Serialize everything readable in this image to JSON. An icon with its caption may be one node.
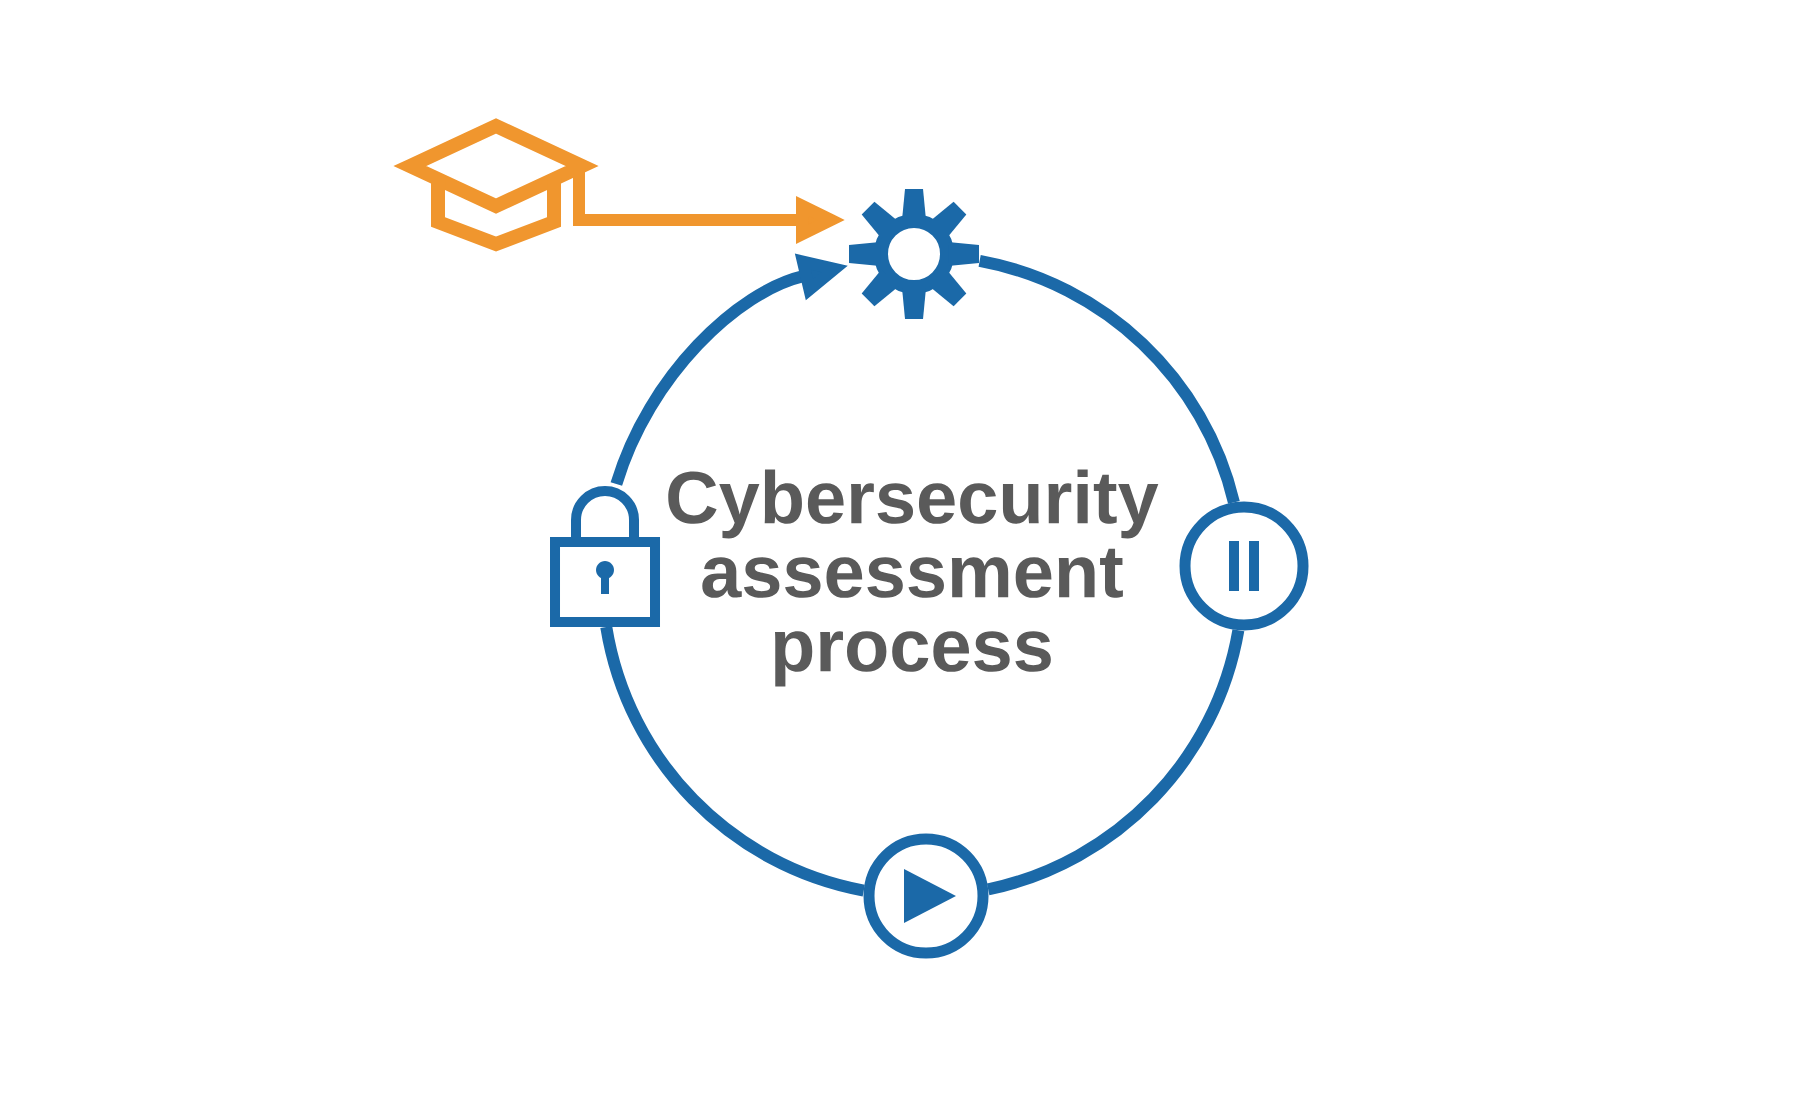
{
  "diagram": {
    "nodes": [
      {
        "text": [],
        "shape": "picture"
      },
      {
        "text": [],
        "shape": "picture"
      },
      {
        "text": [],
        "shape": "picture"
      },
      {
        "text": [],
        "shape": "picture"
      },
      {
        "text": [],
        "shape": "picture"
      }
    ],
    "edges": [
      {
        "from": 0,
        "to": 1,
        "arrow": "to",
        "color": "#f0962e"
      },
      {
        "from": 2,
        "to": 1,
        "arrow": "to"
      },
      {
        "from": 1,
        "to": 3,
        "arrow": "none"
      },
      {
        "from": 3,
        "to": 4,
        "arrow": "none"
      },
      {
        "from": 4,
        "to": 2,
        "arrow": "none"
      }
    ],
    "labels": [
      "Cybersecurity assessment process"
    ]
  }
}
